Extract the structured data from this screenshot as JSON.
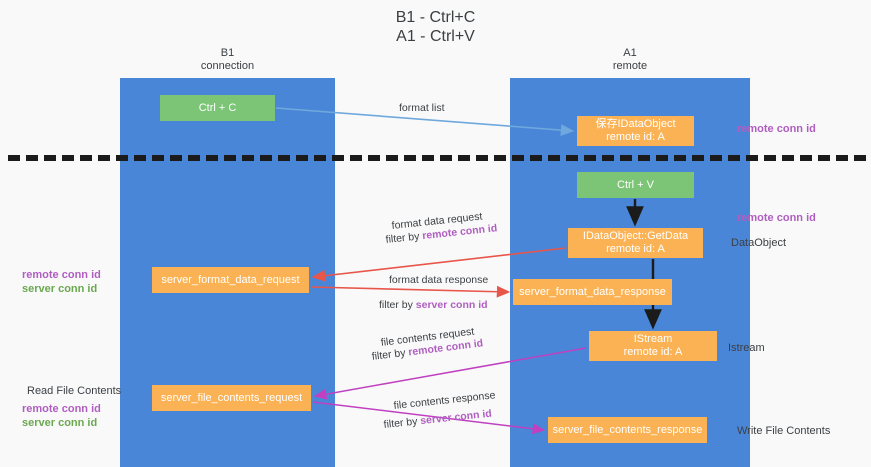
{
  "title": "B1 - Ctrl+C\nA1 - Ctrl+V",
  "lanes": {
    "left": {
      "header": "B1\nconnection"
    },
    "right": {
      "header": "A1\nremote"
    }
  },
  "boxes": {
    "ctrl_c": "Ctrl + C",
    "idataobject": "保存IDataObject\nremote id: A",
    "ctrl_v": "Ctrl + V",
    "getdata": "IDataObject::GetData\nremote id: A",
    "server_format_data_request": "server_format_data_request",
    "server_format_data_response": "server_format_data_response",
    "istream": "IStream\nremote id: A",
    "server_file_contents_request": "server_file_contents_request",
    "server_file_contents_response": "server_file_contents_response"
  },
  "edge_labels": {
    "format_list": "format list",
    "format_data_request": "format data request",
    "format_data_request_filter_prefix": "filter by ",
    "format_data_request_filter_key": "remote conn id",
    "format_data_response": "format data response",
    "format_data_response_filter_prefix": "filter by ",
    "format_data_response_filter_key": "server conn id",
    "file_contents_request": "file contents request",
    "file_contents_request_filter_prefix": "filter by ",
    "file_contents_request_filter_key": "remote conn id",
    "file_contents_response": "file contents response",
    "file_contents_response_filter_prefix": "filter by ",
    "file_contents_response_filter_key": "server conn id"
  },
  "annotations": {
    "remote_conn_id_top": "remote conn id",
    "remote_conn_id_mid": "remote conn id",
    "dataobject": "DataObject",
    "istream": "Istream",
    "write_file_contents": "Write File Contents",
    "read_file_contents": "Read File Contents",
    "left_remote_conn_id_mid": "remote conn id",
    "left_server_conn_id_mid": "server conn id",
    "left_remote_conn_id_bottom": "remote conn id",
    "left_server_conn_id_bottom": "server conn id"
  },
  "colors": {
    "lane": "#4a86d8",
    "green_box": "#7cc576",
    "orange_box": "#fbb254",
    "purple": "#b05ec0",
    "green_text": "#6aa84f",
    "red_arrow": "#e8564a",
    "blue_arrow": "#6fa8dc",
    "magenta_arrow": "#c040c0",
    "black_arrow": "#1b1b1b",
    "background": "#f9f9fa"
  }
}
